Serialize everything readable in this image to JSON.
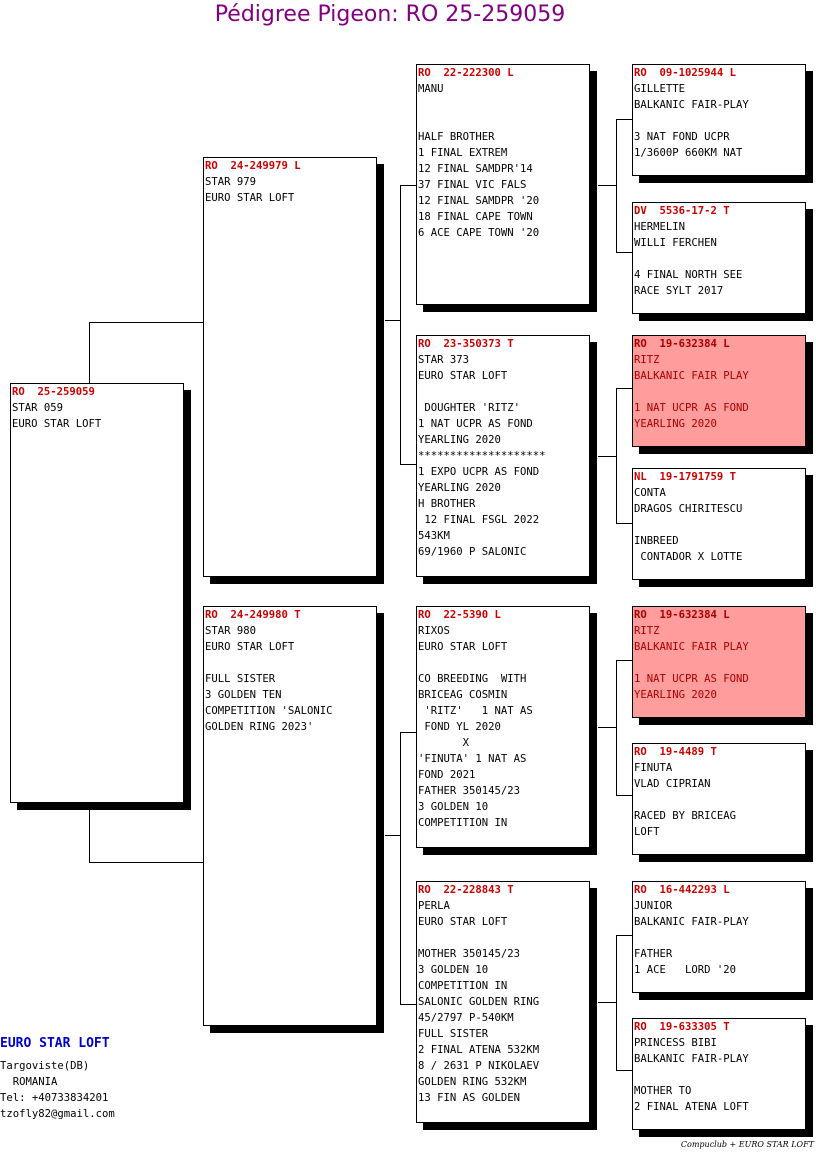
{
  "title": "Pédigree Pigeon: RO  25-259059",
  "pigeons": [
    {
      "ring": "RO  25-259059",
      "lines": [
        "STAR 059",
        "EURO STAR LOFT"
      ]
    },
    {
      "ring": "RO  24-249979 L",
      "lines": [
        "STAR 979",
        "EURO STAR LOFT"
      ]
    },
    {
      "ring": "RO  24-249980 T",
      "lines": [
        "STAR 980",
        "EURO STAR LOFT",
        "",
        "FULL SISTER",
        "3 GOLDEN TEN",
        "COMPETITION 'SALONIC",
        "GOLDEN RING 2023'"
      ]
    },
    {
      "ring": "RO  22-222300 L",
      "lines": [
        "MANU",
        "",
        "",
        "HALF BROTHER",
        "1 FINAL EXTREM",
        "12 FINAL SAMDPR'14",
        "37 FINAL VIC FALS",
        "12 FINAL SAMDPR '20",
        "18 FINAL CAPE TOWN",
        "6 ACE CAPE TOWN '20"
      ]
    },
    {
      "ring": "RO  23-350373 T",
      "lines": [
        "STAR 373",
        "EURO STAR LOFT",
        "",
        " DOUGHTER 'RITZ'",
        "1 NAT UCPR AS FOND",
        "YEARLING 2020",
        "********************",
        "1 EXPO UCPR AS FOND",
        "YEARLING 2020",
        "H BROTHER",
        " 12 FINAL FSGL 2022",
        "543KM",
        "69/1960 P SALONIC"
      ]
    },
    {
      "ring": "RO  22-5390 L",
      "lines": [
        "RIXOS",
        "EURO STAR LOFT",
        "",
        "CO BREEDING  WITH",
        "BRICEAG COSMIN",
        " 'RITZ'   1 NAT AS",
        " FOND YL 2020",
        "       X",
        "'FINUTA' 1 NAT AS",
        "FOND 2021",
        "FATHER 350145/23",
        "3 GOLDEN 10",
        "COMPETITION IN"
      ]
    },
    {
      "ring": "RO  22-228843 T",
      "lines": [
        "PERLA",
        "EURO STAR LOFT",
        "",
        "MOTHER 350145/23",
        "3 GOLDEN 10",
        "COMPETITION IN",
        "SALONIC GOLDEN RING",
        "45/2797 P-540KM",
        "FULL SISTER",
        "2 FINAL ATENA 532KM",
        "8 / 2631 P NIKOLAEV",
        "GOLDEN RING 532KM",
        "13 FIN AS GOLDEN"
      ]
    },
    {
      "ring": "RO  09-1025944 L",
      "lines": [
        "GILLETTE",
        "BALKANIC FAIR-PLAY",
        "",
        "3 NAT FOND UCPR",
        "1/3600P 660KM NAT"
      ]
    },
    {
      "ring": "DV  5536-17-2 T",
      "lines": [
        "HERMELIN",
        "WILLI FERCHEN",
        "",
        "4 FINAL NORTH SEE",
        "RACE SYLT 2017"
      ]
    },
    {
      "ring": "RO  19-632384 L",
      "lines": [
        "RITZ",
        "BALKANIC FAIR PLAY",
        "",
        "1 NAT UCPR AS FOND",
        "YEARLING 2020"
      ]
    },
    {
      "ring": "NL  19-1791759 T",
      "lines": [
        "CONTA",
        "DRAGOS CHIRITESCU",
        "",
        "INBREED",
        " CONTADOR X LOTTE"
      ]
    },
    {
      "ring": "RO  19-632384 L",
      "lines": [
        "RITZ",
        "BALKANIC FAIR PLAY",
        "",
        "1 NAT UCPR AS FOND",
        "YEARLING 2020"
      ]
    },
    {
      "ring": "RO  19-4489 T",
      "lines": [
        "FINUTA",
        "VLAD CIPRIAN",
        "",
        "RACED BY BRICEAG",
        "LOFT"
      ]
    },
    {
      "ring": "RO  16-442293 L",
      "lines": [
        "JUNIOR",
        "BALKANIC FAIR-PLAY",
        "",
        "FATHER",
        "1 ACE   LORD '20"
      ]
    },
    {
      "ring": "RO  19-633305 T",
      "lines": [
        "PRINCESS BIBI",
        "BALKANIC FAIR-PLAY",
        "",
        "MOTHER TO",
        "2 FINAL ATENA LOFT"
      ]
    }
  ],
  "loft": {
    "name": "EURO STAR LOFT",
    "contact": [
      "Targoviste(DB)",
      "  ROMANIA",
      "Tel: +40733834201",
      "tzofly82@gmail.com"
    ]
  },
  "footer": "Compuclub + EURO STAR LOFT",
  "colors": {
    "title": "#800080",
    "ring": "#cc0000",
    "highlight": "#ff9c9c",
    "loft": "#0000cc"
  }
}
